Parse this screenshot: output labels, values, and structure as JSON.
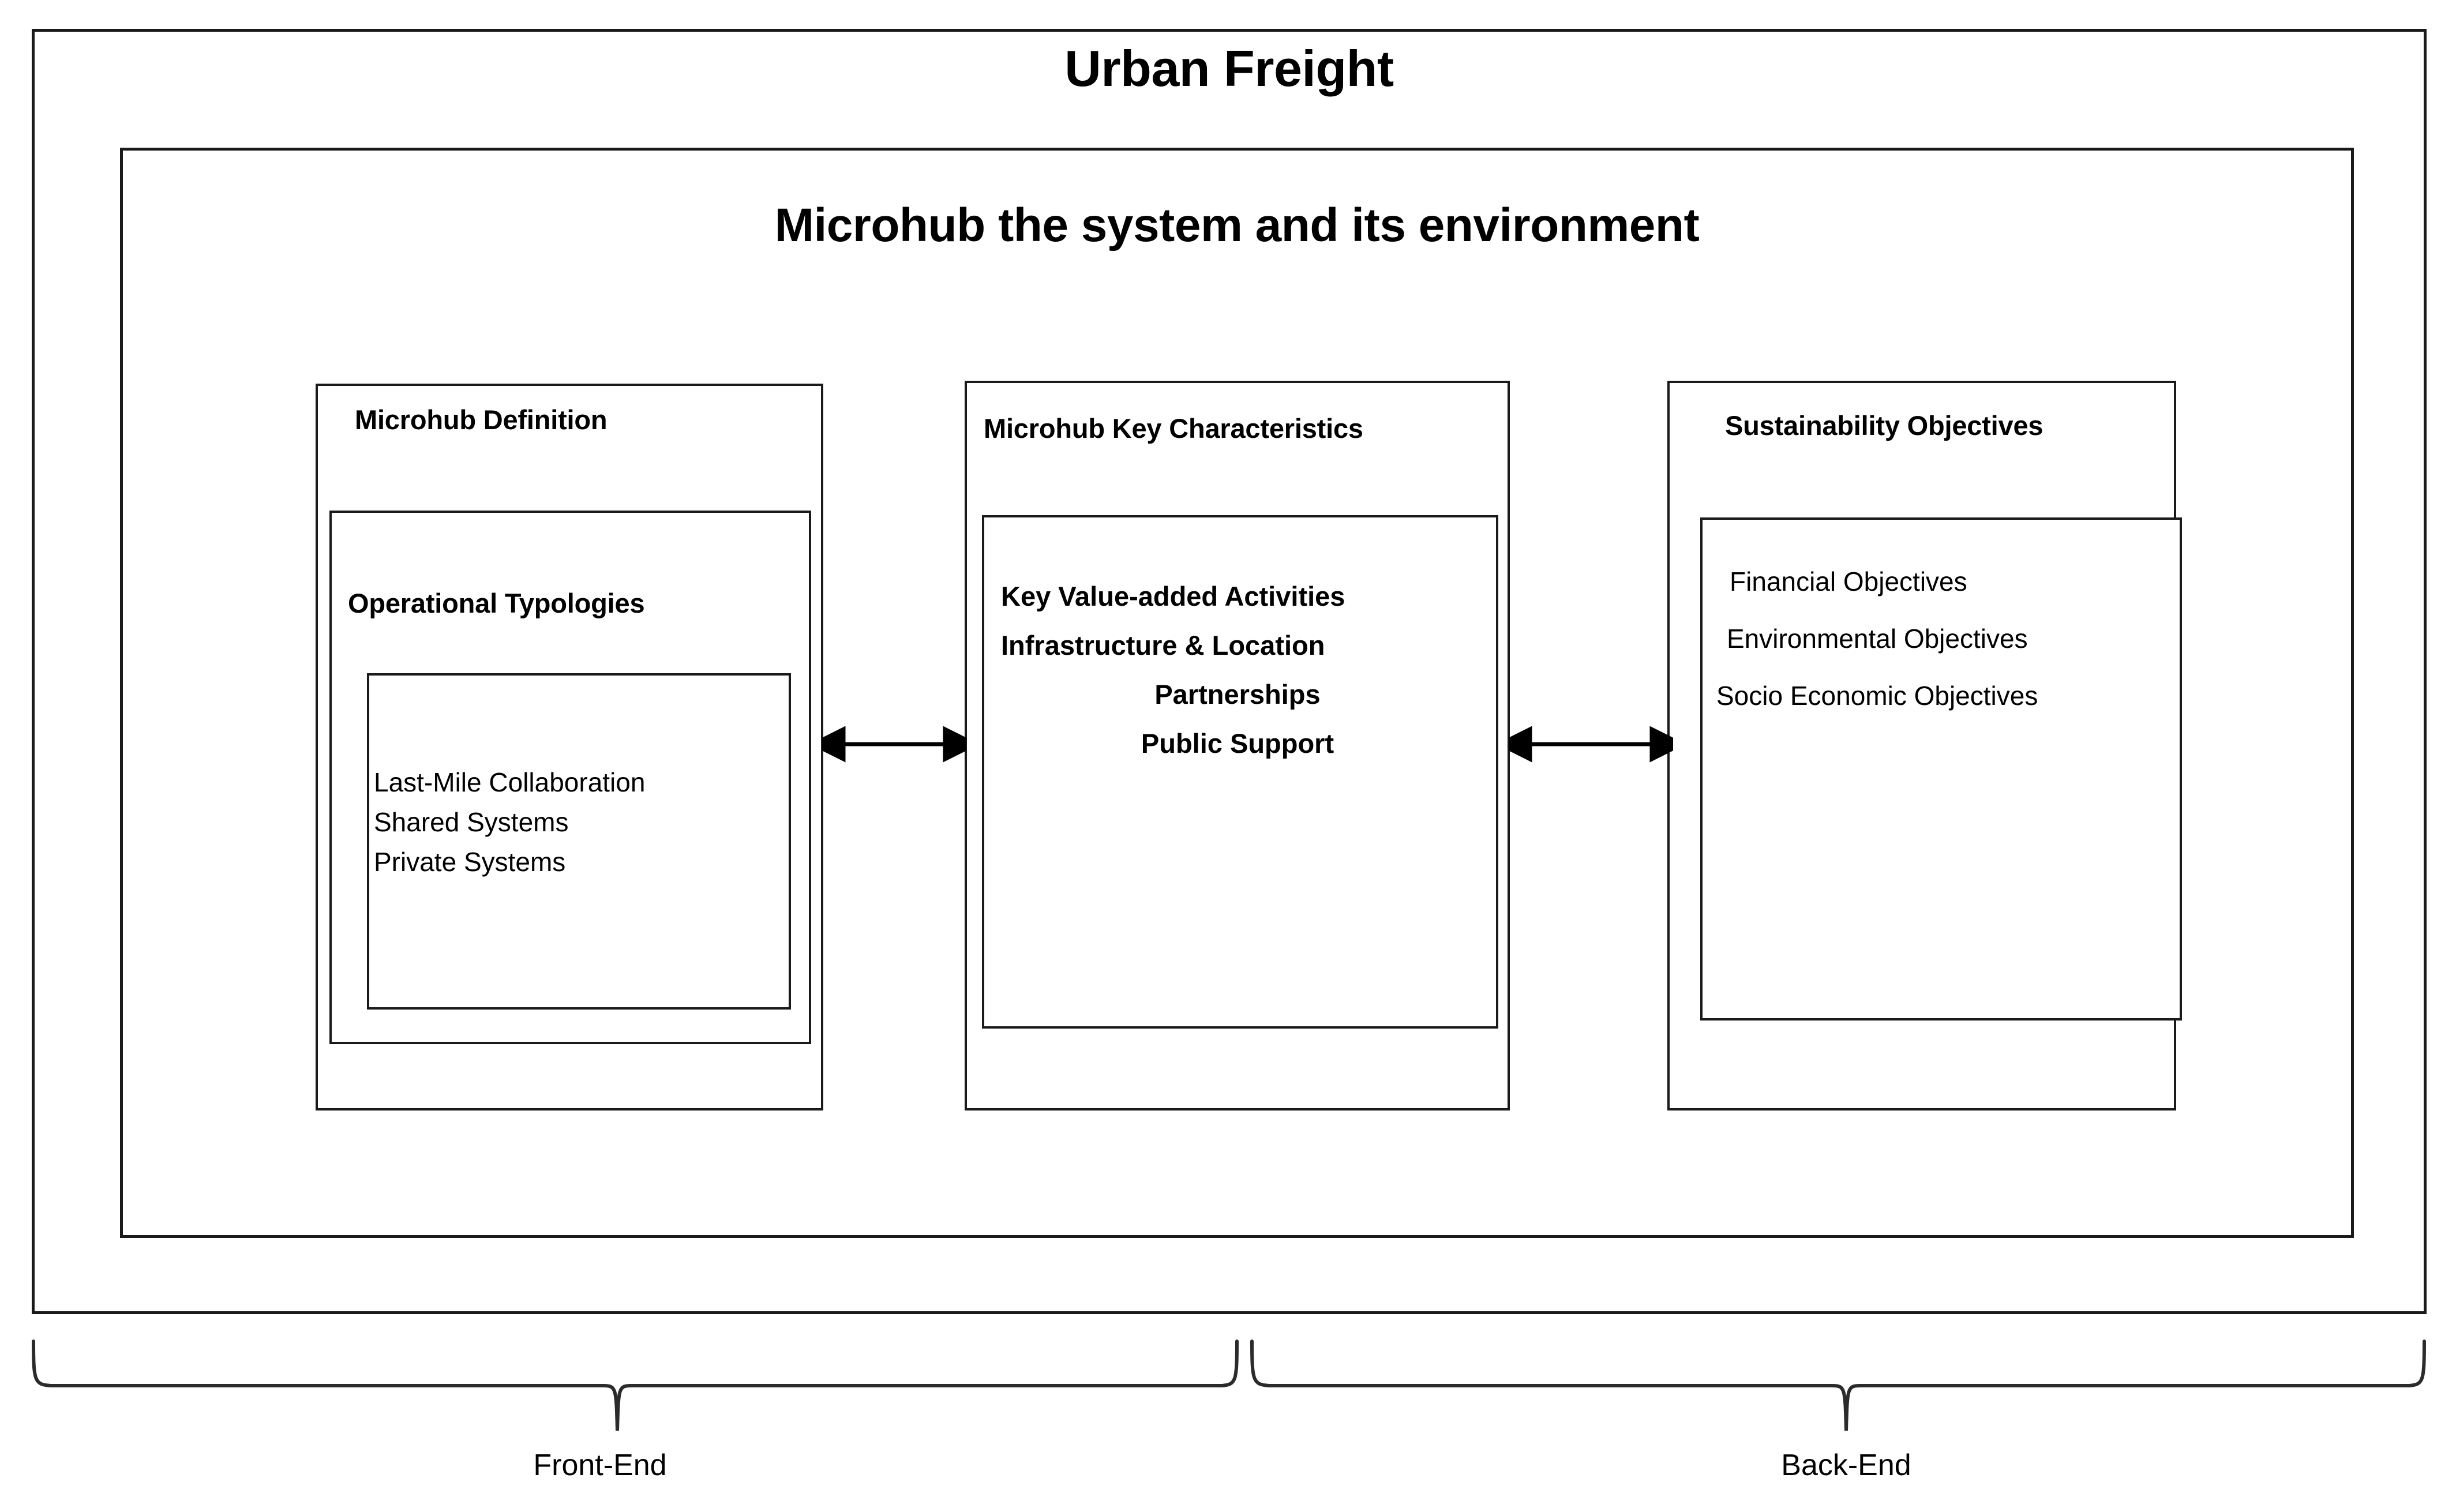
{
  "diagram": {
    "title": "Urban Freight",
    "subtitle": "Microhub the system and its environment",
    "columns": [
      {
        "id": "microhub-definition",
        "heading": "Microhub Definition",
        "sub_heading": "Operational Typologies",
        "items": [
          "Last-Mile Collaboration",
          "Shared Systems",
          "Private Systems"
        ]
      },
      {
        "id": "microhub-key-characteristics",
        "heading": "Microhub Key Characteristics",
        "items": [
          "Key Value-added Activities",
          "Infrastructure & Location",
          "Partnerships",
          "Public Support"
        ]
      },
      {
        "id": "sustainability-objectives",
        "heading": "Sustainability Objectives",
        "items": [
          "Financial Objectives",
          "Environmental Objectives",
          "Socio Economic Objectives"
        ]
      }
    ],
    "connectors": [
      {
        "id": "definition-to-characteristics",
        "type": "double-arrow"
      },
      {
        "id": "characteristics-to-objectives",
        "type": "double-arrow"
      }
    ],
    "braces": [
      {
        "id": "front-end",
        "label": "Front-End"
      },
      {
        "id": "back-end",
        "label": "Back-End"
      }
    ],
    "colors": {
      "stroke": "#1a1a1a",
      "background": "#ffffff",
      "text": "#000000"
    }
  }
}
